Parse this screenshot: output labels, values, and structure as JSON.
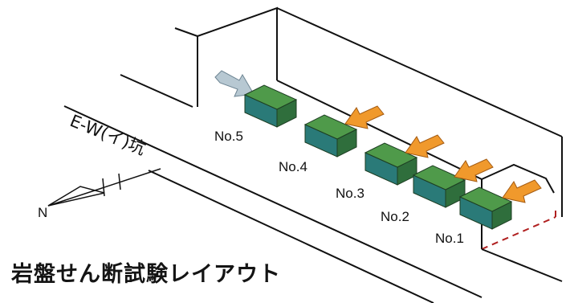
{
  "tunnel": {
    "name": "E-W(イ)坑"
  },
  "compass": {
    "label": "N"
  },
  "caption": "岩盤せん断試験レイアウト",
  "specimens": [
    {
      "label": "No.5"
    },
    {
      "label": "No.4"
    },
    {
      "label": "No.3"
    },
    {
      "label": "No.2"
    },
    {
      "label": "No.1"
    }
  ],
  "colors": {
    "block_top": "#4f9a4a",
    "block_front": "#2a7a78",
    "block_side": "#2f6e3c",
    "load_arrow": "#f0992c",
    "arrow_light": "#b7c8d2",
    "line": "#111111"
  }
}
